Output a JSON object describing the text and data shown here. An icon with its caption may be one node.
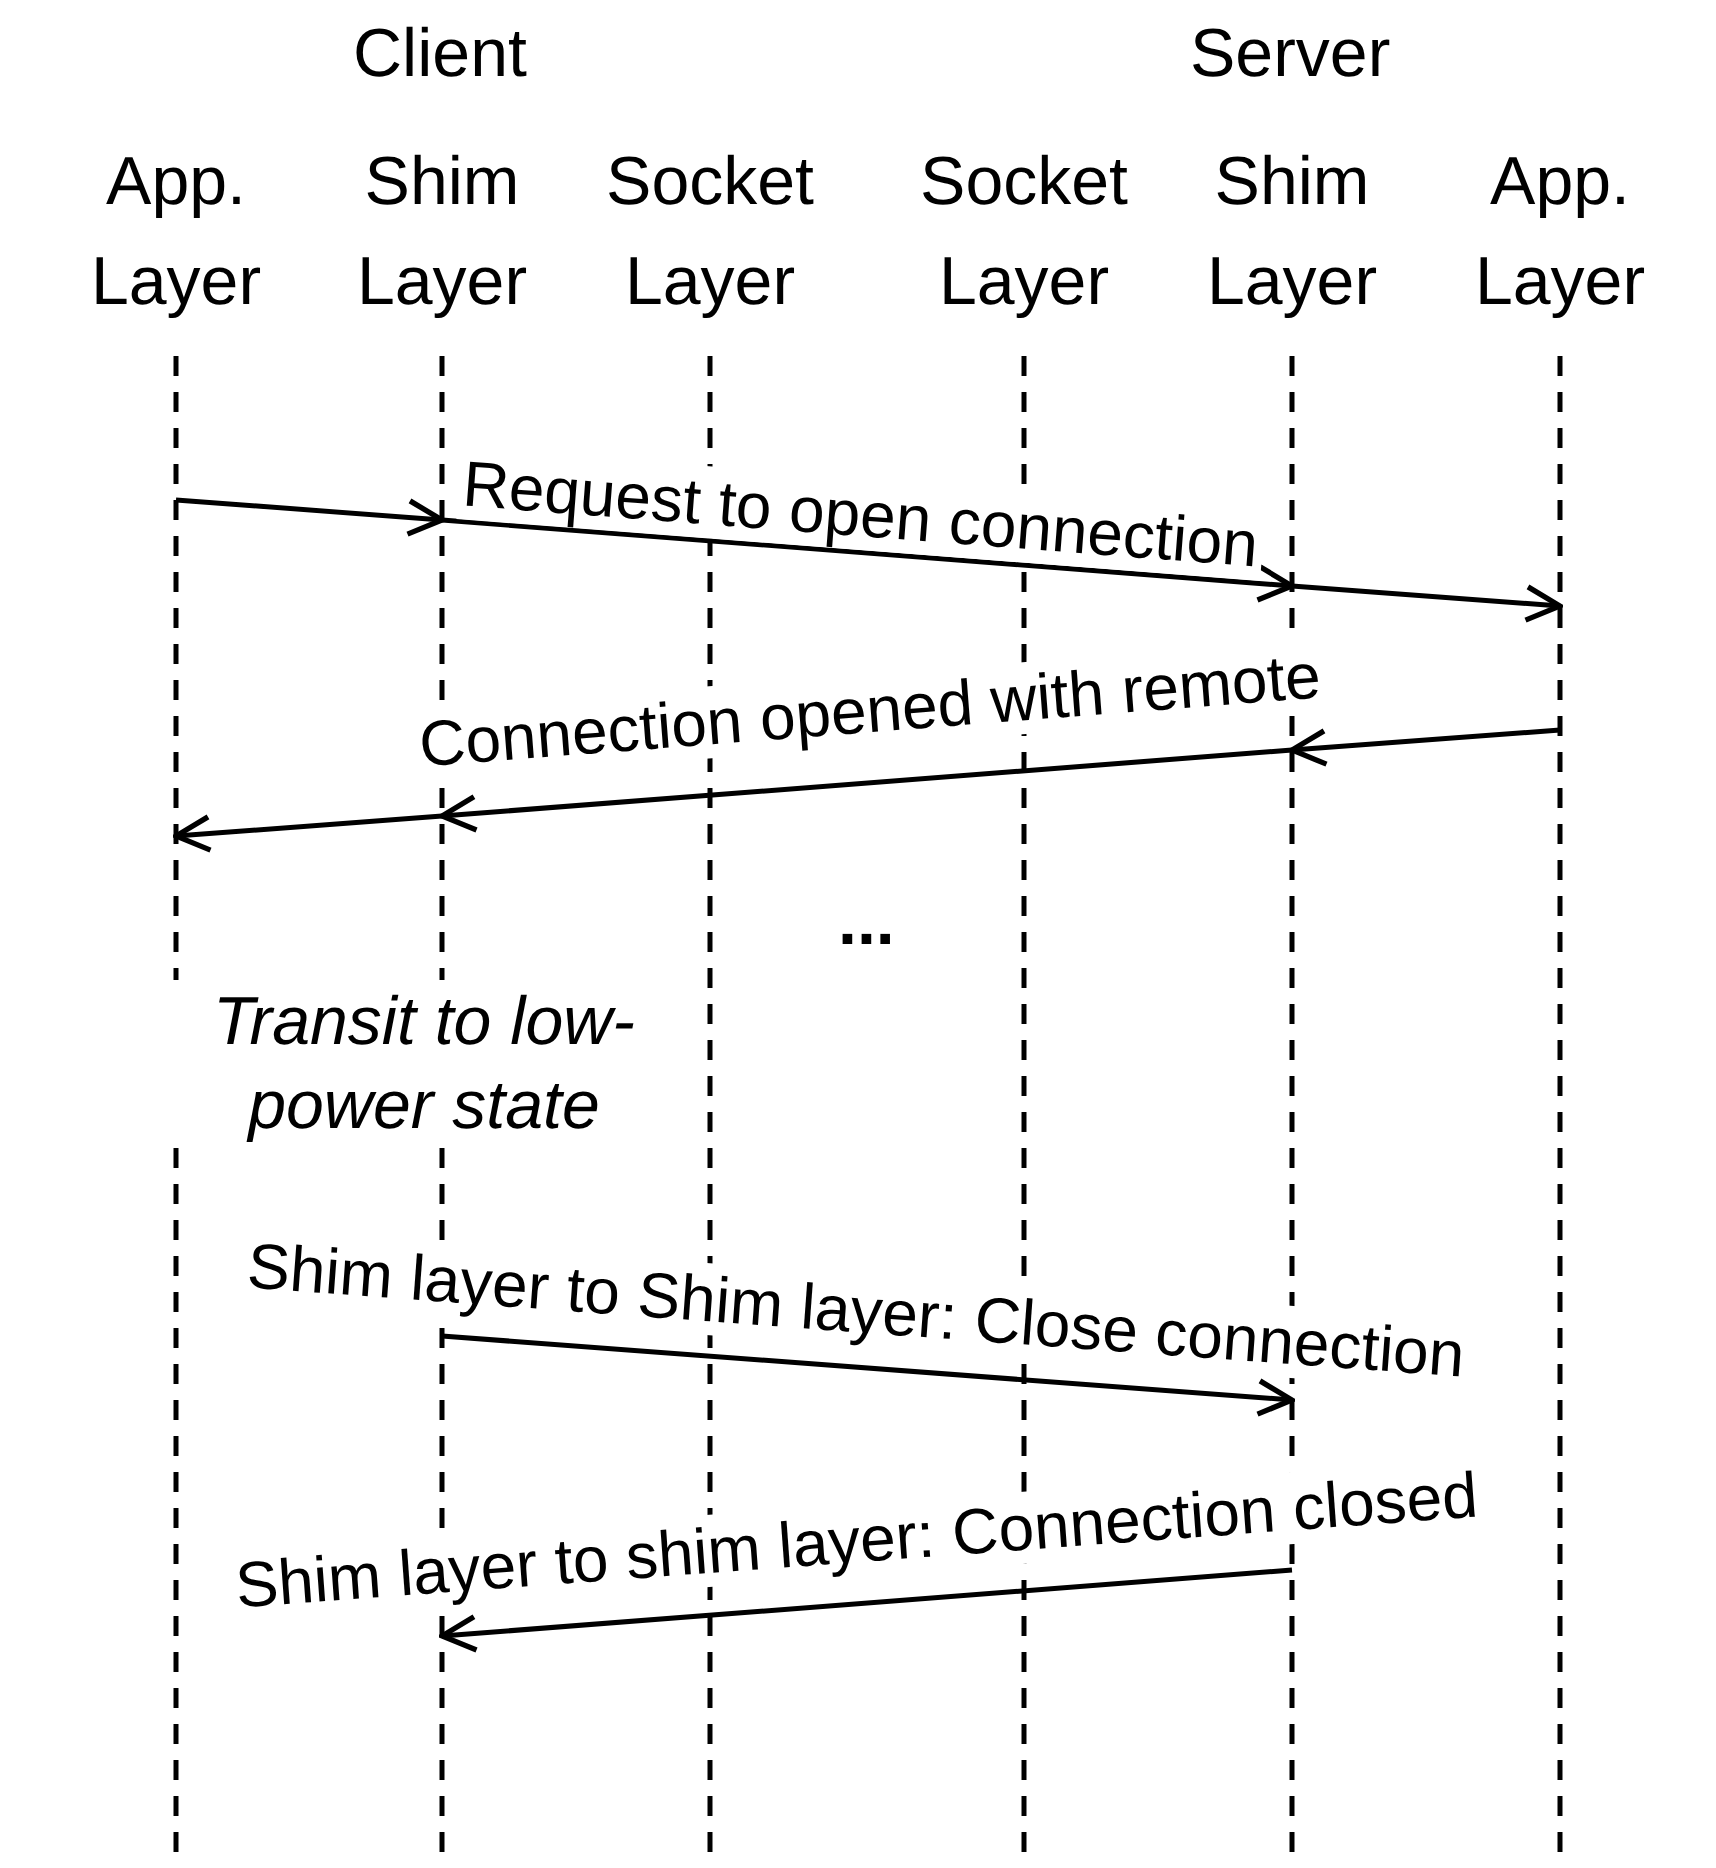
{
  "diagram": {
    "nodes": [
      {
        "text": [
          "App. Layer"
        ]
      },
      {
        "text": [
          "Shim Layer"
        ]
      },
      {
        "text": [
          "Socket Layer"
        ]
      },
      {
        "text": [
          "Socket Layer"
        ]
      },
      {
        "text": [
          "Shim Layer"
        ]
      },
      {
        "text": [
          "App. Layer"
        ]
      }
    ],
    "edges": [
      {
        "from": 0,
        "to": 1,
        "arrow": "to"
      },
      {
        "from": 1,
        "to": 4,
        "arrow": "to",
        "label": "Request to open connection"
      },
      {
        "from": 4,
        "to": 5,
        "arrow": "to"
      },
      {
        "from": 5,
        "to": 4,
        "arrow": "to"
      },
      {
        "from": 4,
        "to": 1,
        "arrow": "to",
        "label": "Connection opened with remote"
      },
      {
        "from": 1,
        "to": 0,
        "arrow": "to"
      },
      {
        "from": 1,
        "to": 4,
        "arrow": "to",
        "label": "Shim layer to Shim layer: Close connection"
      },
      {
        "from": 4,
        "to": 1,
        "arrow": "to",
        "label": "Shim layer to shim layer: Connection closed"
      }
    ],
    "labels": [
      "Client",
      "Server",
      "...",
      "Transit to low-power state"
    ]
  }
}
